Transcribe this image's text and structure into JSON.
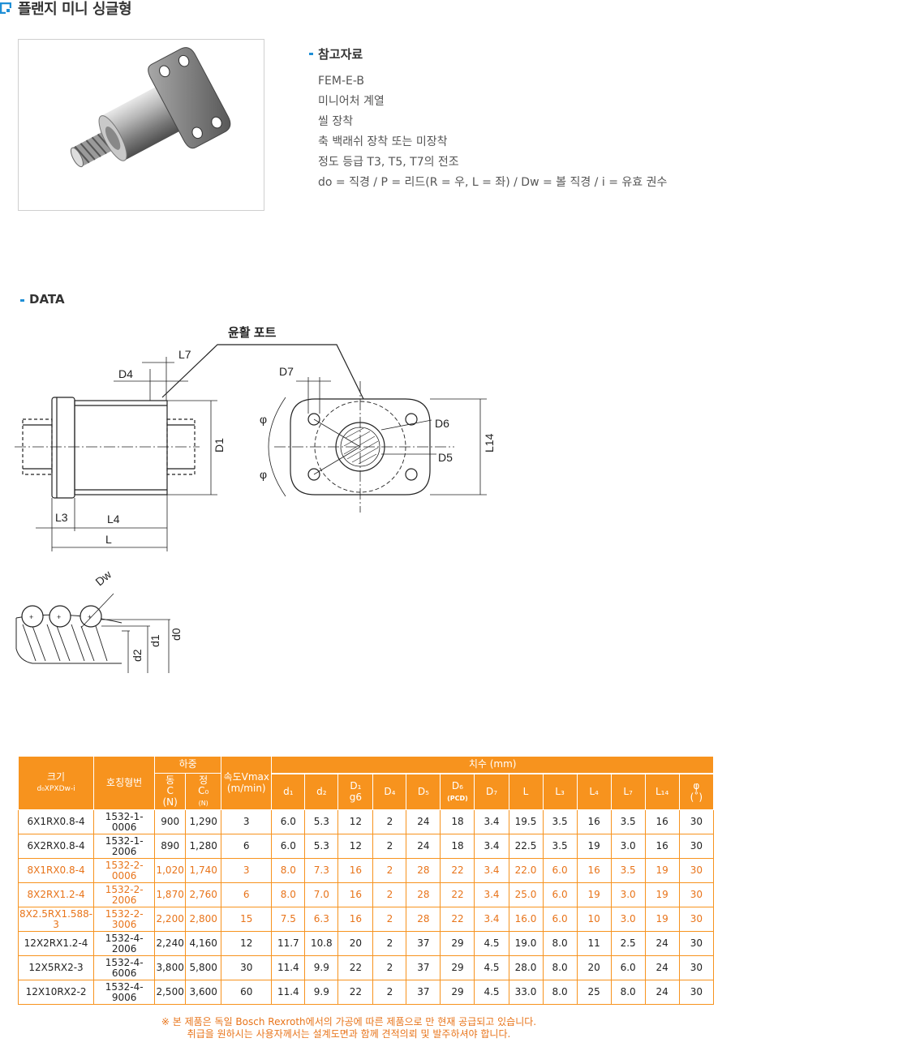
{
  "page": {
    "title": "플랜지 미니 싱글형"
  },
  "reference": {
    "heading": "참고자료",
    "items": [
      "FEM-E-B",
      "미니어처 계열",
      "씰 장착",
      "축 백래쉬 장착 또는 미장착",
      "정도 등급 T3, T5, T7의 전조",
      "do = 직경 / P = 리드(R = 우, L = 좌) / Dw = 볼 직경 / i = 유효 권수"
    ]
  },
  "data_section": {
    "heading": "DATA"
  },
  "drawing": {
    "lube_port": "윤활 포트",
    "labels": {
      "L7": "L7",
      "D4": "D4",
      "D1": "D1",
      "L3": "L3",
      "L4": "L4",
      "L": "L",
      "D7": "D7",
      "D6": "D6",
      "D5": "D5",
      "L14": "L14",
      "phi": "φ",
      "Dw": "Dw",
      "d2": "d2",
      "d1": "d1",
      "d0": "d0"
    }
  },
  "table": {
    "head": {
      "size": "크기",
      "size_sub": "d₀XPXDw-i",
      "part_no": "호칭형번",
      "load": "하중",
      "dyn": "동",
      "dyn_c": "C",
      "dyn_unit": "(N)",
      "stat": "정",
      "stat_c": "C₀",
      "stat_unit": "(N)",
      "speed": "속도Vmax",
      "speed_unit": "(m/min)",
      "dims": "치수 (mm)",
      "d1": "d₁",
      "d2": "d₂",
      "D1": "D₁",
      "D1_sub": "g6",
      "D4": "D₄",
      "D5": "D₅",
      "D6": "D₆",
      "D6_sub": "(PCD)",
      "D7": "D₇",
      "L": "L",
      "L3": "L₃",
      "L4": "L₄",
      "L7": "L₇",
      "L14": "L₁₄",
      "phi": "φ",
      "phi_unit": "(˚)"
    },
    "rows": [
      [
        "6X1RX0.8-4",
        "1532-1-0006",
        "900",
        "1,290",
        "3",
        "6.0",
        "5.3",
        "12",
        "2",
        "24",
        "18",
        "3.4",
        "19.5",
        "3.5",
        "16",
        "3.5",
        "16",
        "30"
      ],
      [
        "6X2RX0.8-4",
        "1532-1-2006",
        "890",
        "1,280",
        "6",
        "6.0",
        "5.3",
        "12",
        "2",
        "24",
        "18",
        "3.4",
        "22.5",
        "3.5",
        "19",
        "3.0",
        "16",
        "30"
      ],
      [
        "8X1RX0.8-4",
        "1532-2-0006",
        "1,020",
        "1,740",
        "3",
        "8.0",
        "7.3",
        "16",
        "2",
        "28",
        "22",
        "3.4",
        "22.0",
        "6.0",
        "16",
        "3.5",
        "19",
        "30"
      ],
      [
        "8X2RX1.2-4",
        "1532-2-2006",
        "1,870",
        "2,760",
        "6",
        "8.0",
        "7.0",
        "16",
        "2",
        "28",
        "22",
        "3.4",
        "25.0",
        "6.0",
        "19",
        "3.0",
        "19",
        "30"
      ],
      [
        "8X2.5RX1.588-3",
        "1532-2-3006",
        "2,200",
        "2,800",
        "15",
        "7.5",
        "6.3",
        "16",
        "2",
        "28",
        "22",
        "3.4",
        "16.0",
        "6.0",
        "10",
        "3.0",
        "19",
        "30"
      ],
      [
        "12X2RX1.2-4",
        "1532-4-2006",
        "2,240",
        "4,160",
        "12",
        "11.7",
        "10.8",
        "20",
        "2",
        "37",
        "29",
        "4.5",
        "19.0",
        "8.0",
        "11",
        "2.5",
        "24",
        "30"
      ],
      [
        "12X5RX2-3",
        "1532-4-6006",
        "3,800",
        "5,800",
        "30",
        "11.4",
        "9.9",
        "22",
        "2",
        "37",
        "29",
        "4.5",
        "28.0",
        "8.0",
        "20",
        "6.0",
        "24",
        "30"
      ],
      [
        "12X10RX2-2",
        "1532-4-9006",
        "2,500",
        "3,600",
        "60",
        "11.4",
        "9.9",
        "22",
        "2",
        "37",
        "29",
        "4.5",
        "33.0",
        "8.0",
        "25",
        "8.0",
        "24",
        "30"
      ]
    ],
    "highlight_rows": [
      2,
      3,
      4
    ]
  },
  "notes": [
    "※ 본 제품은 독일 Bosch Rexroth에서의 가공에 따른 제품으로 만 현재 공급되고 있습니다.",
    "취급을 원하시는 사용자께서는 설계도면과 함께 견적의뢰 및 발주하셔야 합니다."
  ],
  "colors": {
    "accent": "#f7931e",
    "note": "#e8741a",
    "bullet": "#1f8fd6"
  }
}
